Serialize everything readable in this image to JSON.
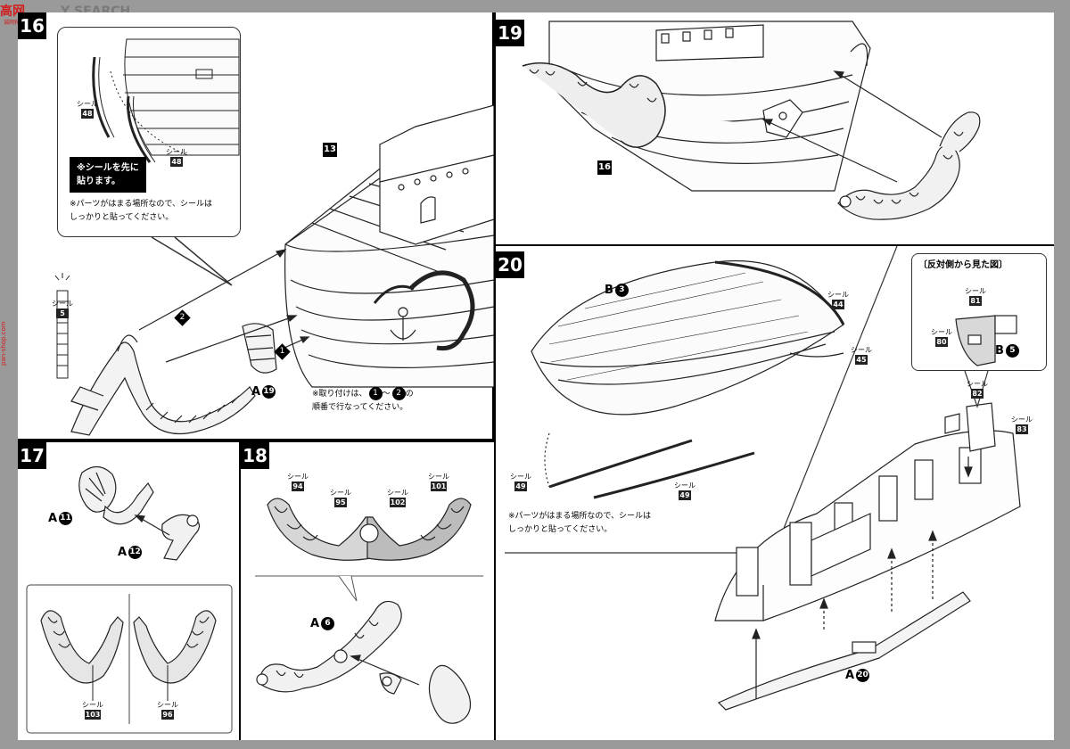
{
  "watermark": {
    "red": "高网",
    "gray": "Y SEARCH",
    "sub1": "诚网科技",
    "sub2": "pan-shop.com"
  },
  "sticker_word": "シール",
  "step16": {
    "number": "16",
    "warning_lines": [
      "※シールを先に",
      "貼ります。"
    ],
    "note_lines": [
      "※パーツがはまる場所なので、シールは",
      "しっかりと貼ってください。"
    ],
    "order_note_lines": [
      "※取り付けは、",
      "の",
      "順番で行なってください。"
    ],
    "order_tilde": "～",
    "stickers": [
      "48",
      "48",
      "5"
    ],
    "badge": "13",
    "part": {
      "letter": "A",
      "num": "19"
    },
    "arrows": [
      "1",
      "2"
    ]
  },
  "step17": {
    "number": "17",
    "parts": [
      {
        "letter": "A",
        "num": "11"
      },
      {
        "letter": "A",
        "num": "12"
      }
    ],
    "stickers": [
      "103",
      "96"
    ]
  },
  "step18": {
    "number": "18",
    "stickers": [
      "94",
      "95",
      "102",
      "101"
    ],
    "part": {
      "letter": "A",
      "num": "6"
    }
  },
  "step19": {
    "number": "19",
    "badge": "16"
  },
  "step20": {
    "number": "20",
    "part_b": {
      "letter": "B",
      "num": "3"
    },
    "part_b5": {
      "letter": "B",
      "num": "5"
    },
    "part_a": {
      "letter": "A",
      "num": "20"
    },
    "stickers": [
      "44",
      "45",
      "49",
      "49",
      "81",
      "80",
      "82",
      "83"
    ],
    "inset_title": "〔反対側から見た図〕",
    "note_lines": [
      "※パーツがはまる場所なので、シールは",
      "しっかりと貼ってください。"
    ]
  }
}
